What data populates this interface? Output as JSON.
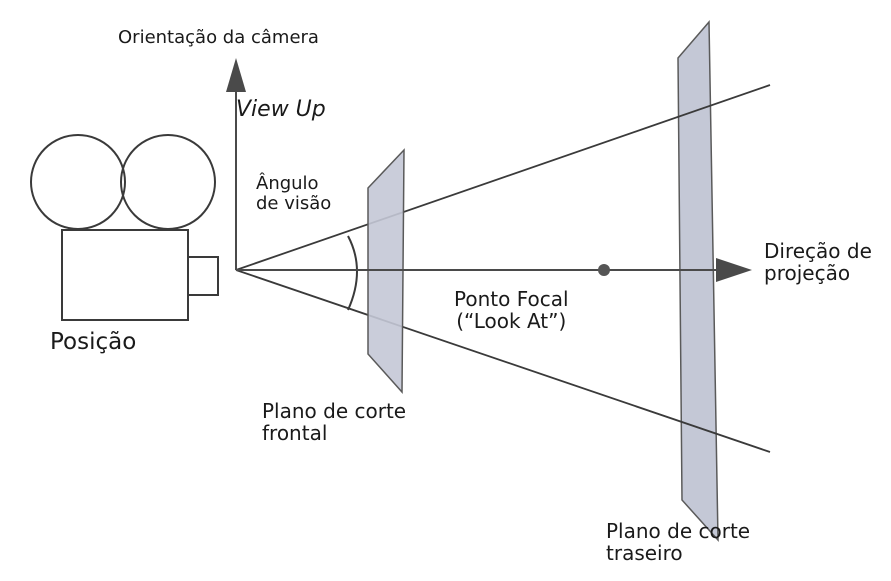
{
  "labels": {
    "camera_orientation": "Orientação da câmera",
    "view_up": "View Up",
    "view_angle_line1": "Ângulo",
    "view_angle_line2": "de visão",
    "position": "Posição",
    "projection_direction_line1": "Direção de",
    "projection_direction_line2": "projeção",
    "focal_point_line1": "Ponto Focal",
    "focal_point_line2": "(“Look At”)",
    "front_clipping_plane_line1": "Plano de corte",
    "front_clipping_plane_line2": "frontal",
    "back_clipping_plane_line1": "Plano de corte",
    "back_clipping_plane_line2": "traseiro"
  },
  "colors": {
    "stroke": "#3a3a3a",
    "plane_fill": "#c4c8d6",
    "arrow_fill": "#4a4a4a"
  },
  "icons": {
    "camera": "movie-camera-icon",
    "up_arrow": "arrow-up-icon",
    "projection_arrow": "arrow-right-icon",
    "focal_point": "dot-icon"
  }
}
